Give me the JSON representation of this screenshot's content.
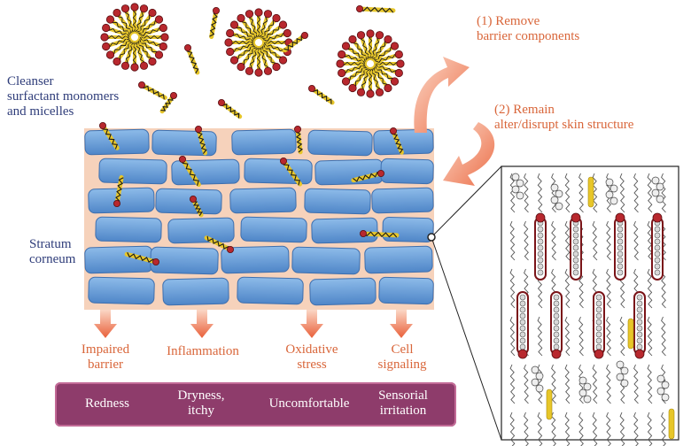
{
  "labels": {
    "cleanser": "Cleanser\nsurfactant monomers\nand micelles",
    "stratum": "Stratum\ncorneum",
    "remove": "(1) Remove\nbarrier components",
    "remain": "(2) Remain\nalter/disrupt skin structure"
  },
  "effects": [
    {
      "text": "Impaired\nbarrier"
    },
    {
      "text": "Inflammation"
    },
    {
      "text": "Oxidative\nstress"
    },
    {
      "text": "Cell\nsignaling"
    }
  ],
  "symptoms": [
    {
      "text": "Redness"
    },
    {
      "text": "Dryness,\nitchy"
    },
    {
      "text": "Uncomfortable"
    },
    {
      "text": "Sensorial\nirritation"
    }
  ],
  "colors": {
    "cell": "#6a9edb",
    "cell_stroke": "#3e6fae",
    "matrix": "#f6d2bb",
    "arrow": "#ef7a55",
    "micelle_head": "#b8282e",
    "micelle_tail": "#e7c629",
    "symptom_box": "#8e3c6b"
  }
}
